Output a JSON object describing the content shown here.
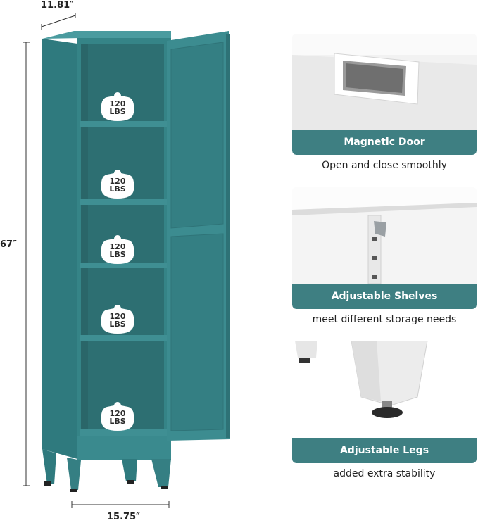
{
  "dimensions": {
    "depth": "11.81″",
    "height": "67″",
    "width": "15.75″"
  },
  "shelf_capacity": {
    "value": "120",
    "unit": "LBS"
  },
  "features": [
    {
      "title": "Magnetic Door",
      "caption": "Open and close smoothly"
    },
    {
      "title": "Adjustable Shelves",
      "caption": "meet different storage needs"
    },
    {
      "title": "Adjustable Legs",
      "caption": "added extra stability"
    }
  ],
  "colors": {
    "cabinet": "#3a8a8e",
    "cabinet_dark": "#2b6f72",
    "banner": "#3e7f82",
    "badge": "#ffffff"
  }
}
